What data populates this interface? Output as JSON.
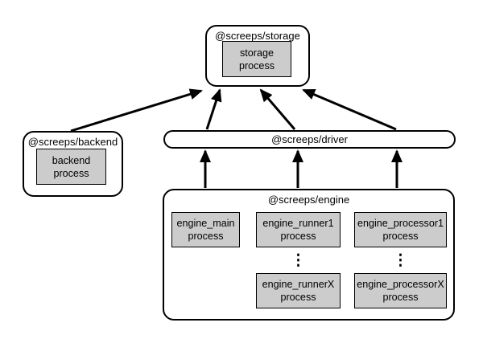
{
  "nodes": {
    "storage": {
      "title": "@screeps/storage",
      "process": "storage\nprocess"
    },
    "backend": {
      "title": "@screeps/backend",
      "process": "backend\nprocess"
    },
    "driver": {
      "title": "@screeps/driver"
    },
    "engine": {
      "title": "@screeps/engine",
      "processes": {
        "main": "engine_main\nprocess",
        "runner1": "engine_runner1\nprocess",
        "runnerX": "engine_runnerX\nprocess",
        "processor1": "engine_processor1\nprocess",
        "processorX": "engine_processorX\nprocess"
      },
      "ellipsis": "⋮"
    }
  },
  "edges": [
    {
      "from": "@screeps/backend",
      "to": "@screeps/storage"
    },
    {
      "from": "@screeps/driver",
      "to": "@screeps/storage"
    },
    {
      "from": "@screeps/driver",
      "to": "@screeps/storage"
    },
    {
      "from": "@screeps/driver",
      "to": "@screeps/storage"
    },
    {
      "from": "@screeps/engine (engine_main)",
      "to": "@screeps/driver"
    },
    {
      "from": "@screeps/engine (engine_runner)",
      "to": "@screeps/driver"
    },
    {
      "from": "@screeps/engine (engine_processor)",
      "to": "@screeps/driver"
    }
  ],
  "colors": {
    "background": "#ffffff",
    "process_fill": "#cccccc",
    "stroke": "#000000"
  }
}
